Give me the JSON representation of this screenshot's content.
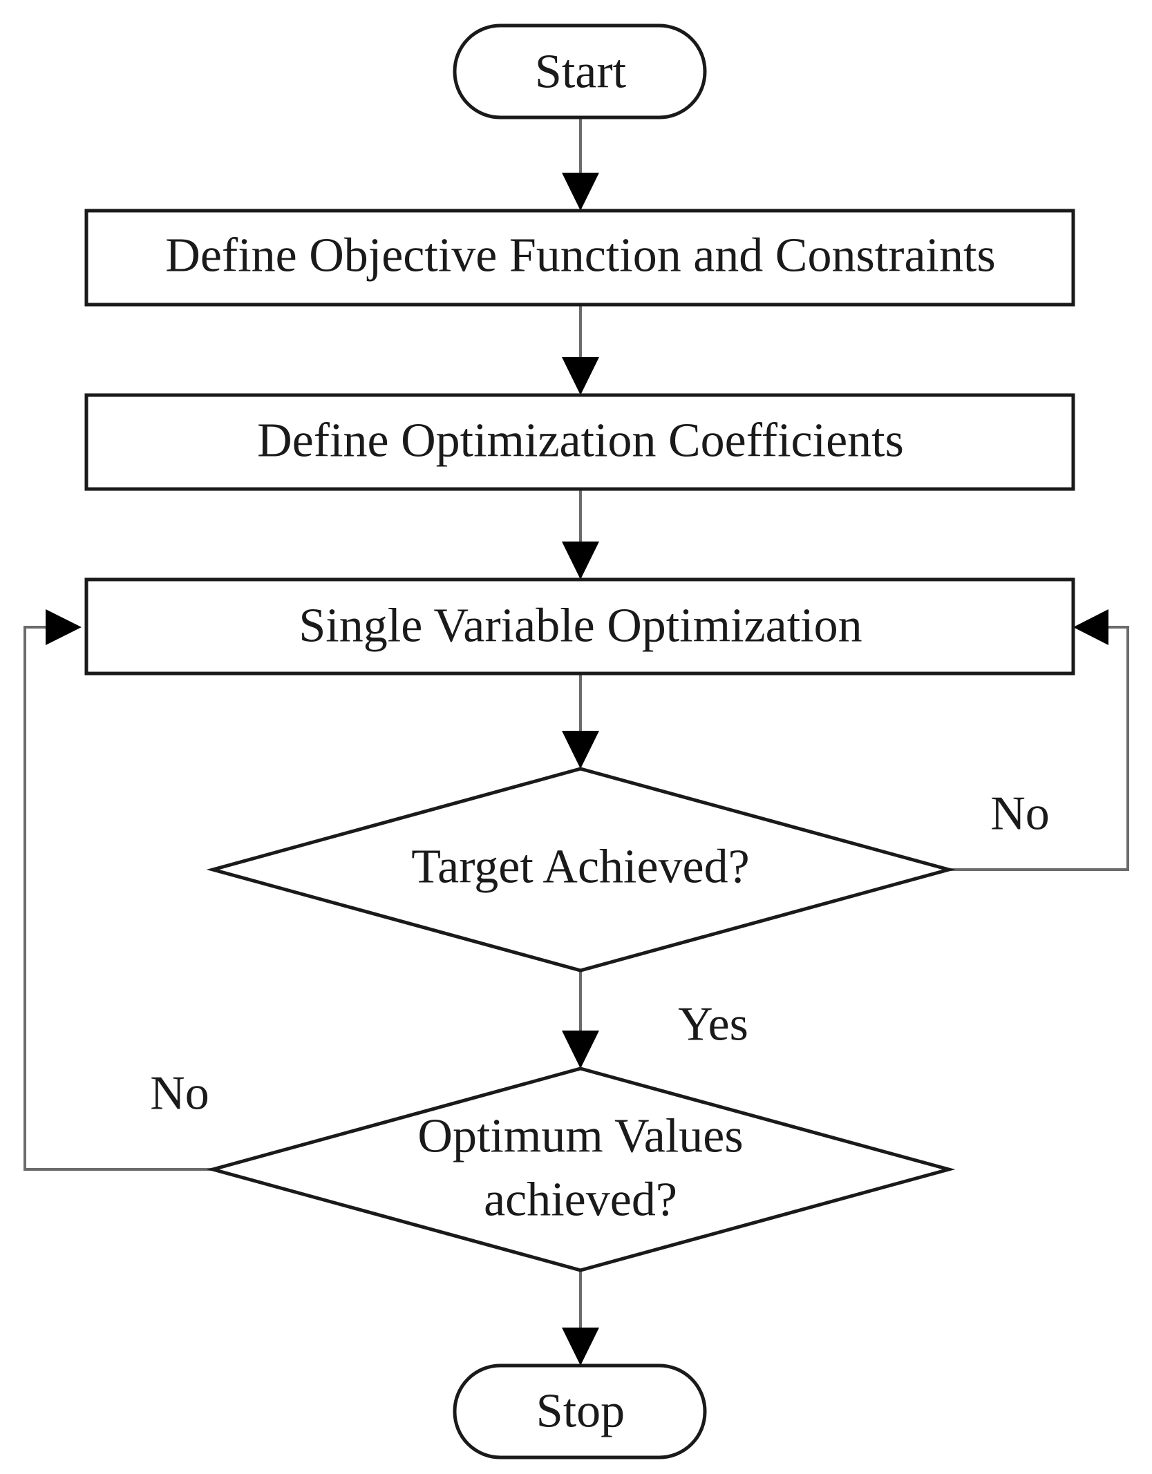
{
  "nodes": {
    "start": "Start",
    "define_objective": "Define Objective Function and Constraints",
    "define_coefficients": "Define Optimization Coefficients",
    "single_variable": "Single Variable Optimization",
    "target_achieved": "Target Achieved?",
    "optimum_line1": "Optimum Values",
    "optimum_line2": "achieved?",
    "stop": "Stop"
  },
  "edge_labels": {
    "target_no": "No",
    "target_yes": "Yes",
    "optimum_no": "No"
  },
  "edges": [
    {
      "from": "Start",
      "to": "Define Objective Function and Constraints"
    },
    {
      "from": "Define Objective Function and Constraints",
      "to": "Define Optimization Coefficients"
    },
    {
      "from": "Define Optimization Coefficients",
      "to": "Single Variable Optimization"
    },
    {
      "from": "Single Variable Optimization",
      "to": "Target Achieved?"
    },
    {
      "from": "Target Achieved?",
      "to": "Single Variable Optimization",
      "label": "No"
    },
    {
      "from": "Target Achieved?",
      "to": "Optimum Values achieved?",
      "label": "Yes"
    },
    {
      "from": "Optimum Values achieved?",
      "to": "Single Variable Optimization",
      "label": "No"
    },
    {
      "from": "Optimum Values achieved?",
      "to": "Stop"
    }
  ]
}
